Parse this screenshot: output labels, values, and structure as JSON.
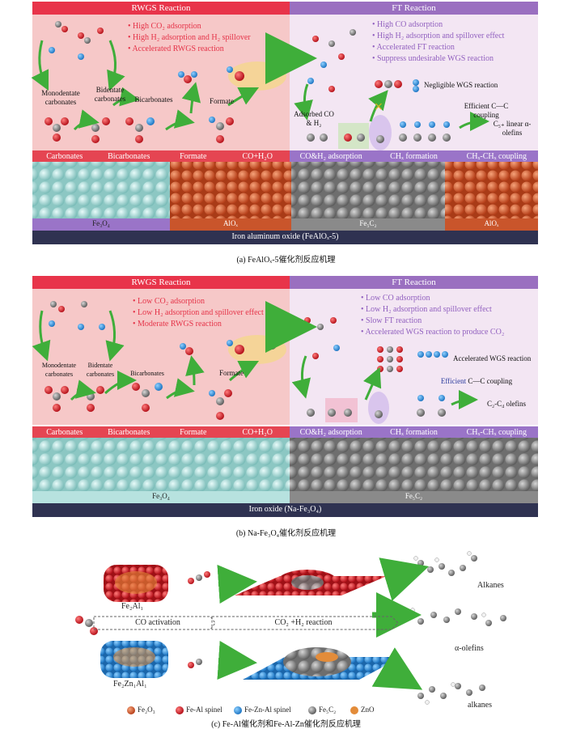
{
  "panel_a": {
    "rwgs_title": "RWGS Reaction",
    "ft_title": "FT Reaction",
    "rwgs_bullets": [
      "High CO₂ adsorption",
      "High H₂ adsorption and H₂ spillover",
      "Accelerated RWGS reaction"
    ],
    "ft_bullets": [
      "High CO adsorption",
      "High H₂ adsorption and spillover effect",
      "Accelerated FT reaction",
      "Suppress undesirable WGS reaction"
    ],
    "labels": {
      "monodentate": "Monodentate carbonates",
      "bidentate": "Bidentate carbonates",
      "bicarbonates": "Bicarbonates",
      "formate": "Formate",
      "adsorbed": "Adsorbed CO & H₂",
      "negligible_wgs": "Negligible WGS reaction",
      "efficient": "Efficient C—C coupling",
      "olefins": "C₅₊ linear α-olefins"
    },
    "flow": [
      "Carbonates",
      "Bicarbonates",
      "Formate",
      "CO+H₂O",
      "CO&H₂ adsorption",
      "CHₓ formation",
      "CHₓ-CHₓ coupling"
    ],
    "phases": [
      "Fe₃O₄",
      "AlOₓ",
      "Fe₅C₂",
      "AlOₓ"
    ],
    "support": "Iron aluminum oxide (FeAlOₓ-5)",
    "caption": "(a) FeAlOₓ-5催化剂反应机理"
  },
  "panel_b": {
    "rwgs_title": "RWGS Reaction",
    "ft_title": "FT Reaction",
    "rwgs_bullets": [
      "Low CO₂ adsorption",
      "Low H₂ adsorption and spillover effect",
      "Moderate RWGS reaction"
    ],
    "ft_bullets": [
      "Low CO adsorption",
      "Low H₂ adsorption and spillover effect",
      "Slow FT reaction",
      "Accelerated WGS reaction to produce CO₂"
    ],
    "labels": {
      "monodentate": "Monodentate carbonates",
      "bidentate": "Bidentate carbonates",
      "bicarbonates": "Bicarbonates",
      "formate": "Formate",
      "accelerated_wgs": "Accelerated WGS reaction",
      "efficient_word": "Efficient",
      "coupling": "C—C coupling",
      "olefins": "C₂-C₄ olefins"
    },
    "flow": [
      "Carbonates",
      "Bicarbonates",
      "Formate",
      "CO+H₂O",
      "CO&H₂ adsorption",
      "CHₓ formation",
      "CHₓ-CHₓ coupling"
    ],
    "phases": [
      "Fe₃O₄",
      "Fe₅C₂"
    ],
    "support": "Iron oxide (Na-Fe₃O₄)",
    "caption": "(b) Na-Fe₃O₄催化剂反应机理"
  },
  "panel_c": {
    "cat_top": "Fe₂Al₁",
    "cat_bottom": "Fe₂Zn₁Al₁",
    "co_activation": "CO activation",
    "reaction": "CO₂ +H₂ reaction",
    "products": [
      "Alkanes",
      "α-olefins",
      "alkanes"
    ],
    "legend": [
      "Fe₂O₃",
      "Fe-Al spinel",
      "Fe-Zn-Al spinel",
      "Fe₅C₂",
      "ZnO"
    ],
    "caption": "(c) Fe-Al催化剂和Fe-Al-Zn催化剂反应机理"
  },
  "colors": {
    "rwgs_header": "#e8344a",
    "ft_header": "#9a6fc0",
    "rwgs_bg": "#f6c8c8",
    "ft_bg": "#f3e6f3",
    "flow_red": "#e54552",
    "flow_purple": "#9a74c8",
    "support": "#2f3251",
    "fe3o4": "#9bd3d0",
    "alox": "#d2562b",
    "fe5c2": "#8a8a8a",
    "arrow": "#3fae3a"
  }
}
